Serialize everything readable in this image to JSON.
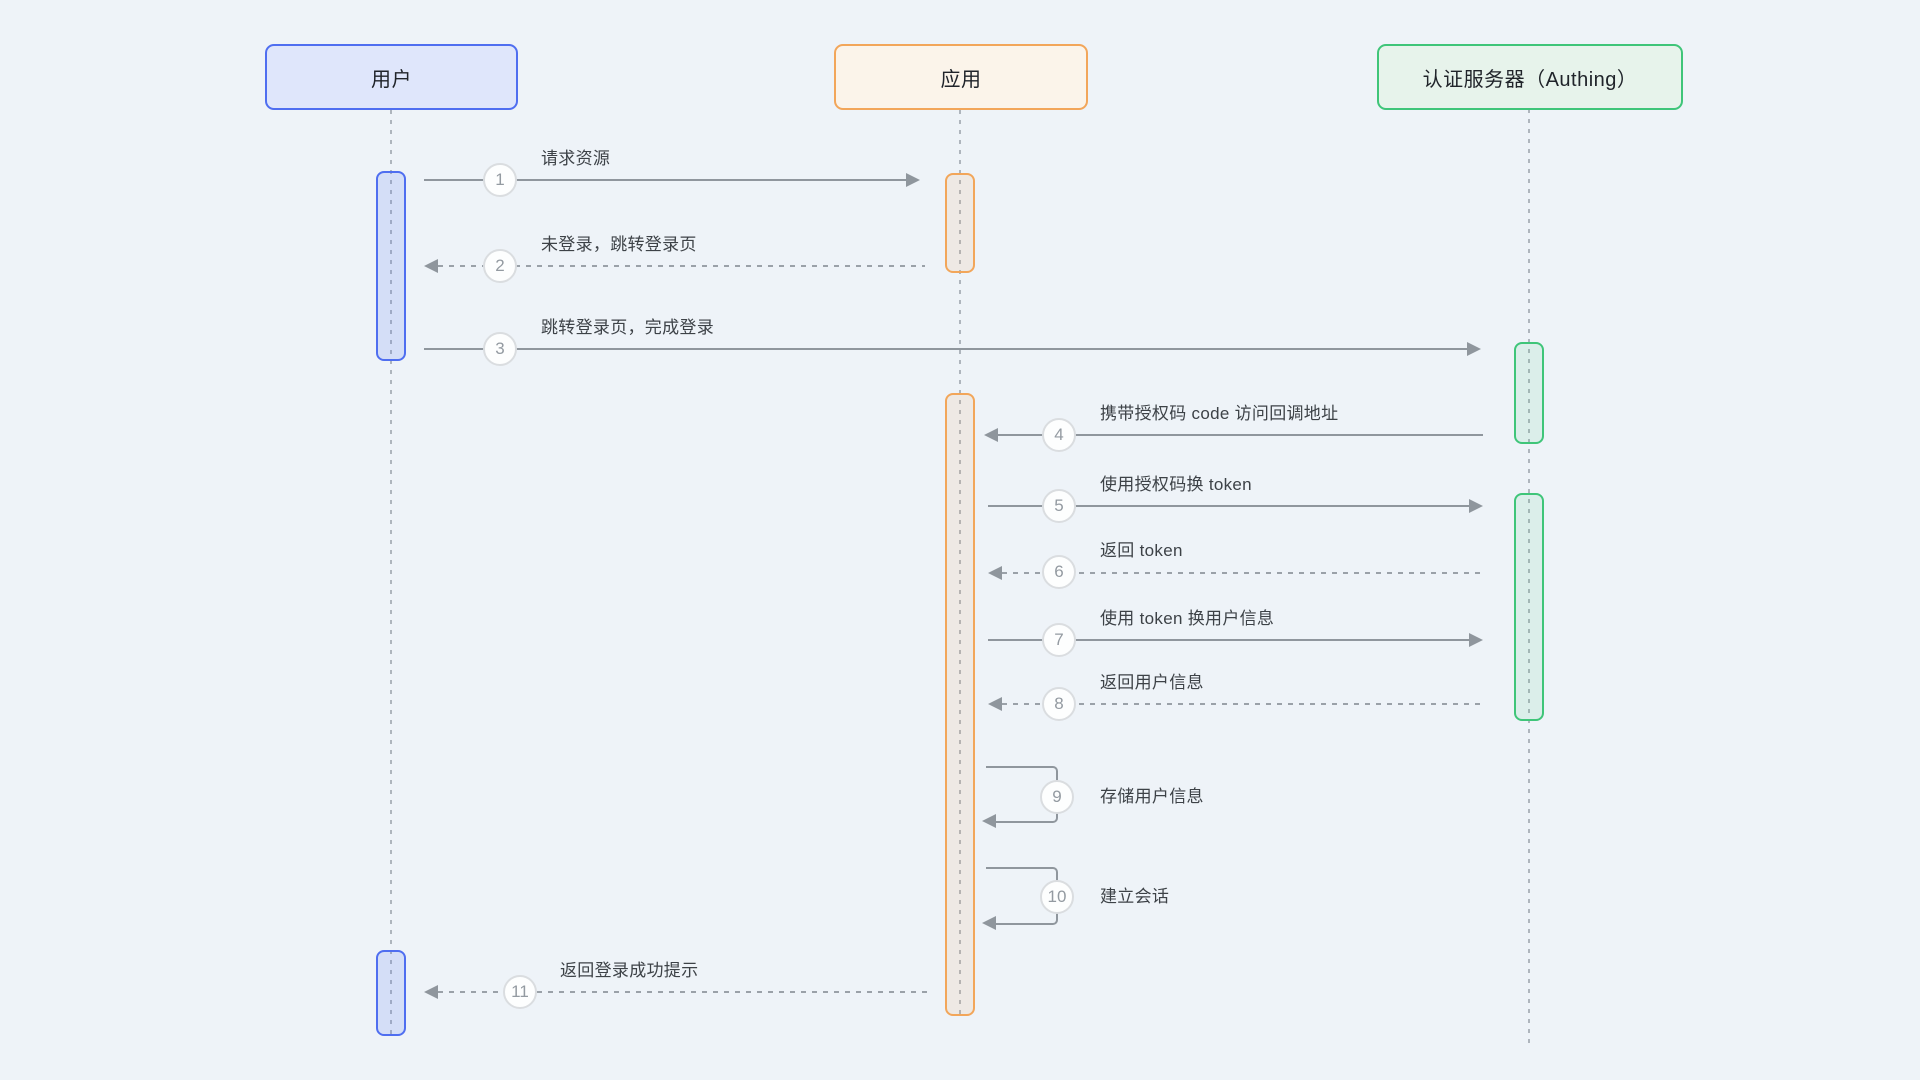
{
  "diagram": {
    "type": "sequence-diagram",
    "background_color": "#eef3f8",
    "participants": [
      {
        "id": "user",
        "label": "用户",
        "accent_color": "#4f6ef0",
        "fill_color": "#dfe6fb"
      },
      {
        "id": "app",
        "label": "应用",
        "accent_color": "#f2a65a",
        "fill_color": "#fbf4ea"
      },
      {
        "id": "auth",
        "label": "认证服务器（Authing）",
        "accent_color": "#3fc579",
        "fill_color": "#e7f3eb"
      }
    ],
    "messages": [
      {
        "num": "1",
        "label": "请求资源",
        "from": "用户",
        "to": "应用",
        "line_style": "solid"
      },
      {
        "num": "2",
        "label": "未登录，跳转登录页",
        "from": "应用",
        "to": "用户",
        "line_style": "dashed"
      },
      {
        "num": "3",
        "label": "跳转登录页，完成登录",
        "from": "用户",
        "to": "认证服务器",
        "line_style": "solid"
      },
      {
        "num": "4",
        "label": "携带授权码 code 访问回调地址",
        "from": "认证服务器",
        "to": "应用",
        "line_style": "solid"
      },
      {
        "num": "5",
        "label": "使用授权码换 token",
        "from": "应用",
        "to": "认证服务器",
        "line_style": "solid"
      },
      {
        "num": "6",
        "label": "返回 token",
        "from": "认证服务器",
        "to": "应用",
        "line_style": "dashed"
      },
      {
        "num": "7",
        "label": "使用 token 换用户信息",
        "from": "应用",
        "to": "认证服务器",
        "line_style": "solid"
      },
      {
        "num": "8",
        "label": "返回用户信息",
        "from": "认证服务器",
        "to": "应用",
        "line_style": "dashed"
      },
      {
        "num": "9",
        "label": "存储用户信息",
        "from": "应用",
        "to": "应用",
        "line_style": "self"
      },
      {
        "num": "10",
        "label": "建立会话",
        "from": "应用",
        "to": "应用",
        "line_style": "self"
      },
      {
        "num": "11",
        "label": "返回登录成功提示",
        "from": "应用",
        "to": "用户",
        "line_style": "dashed"
      }
    ]
  }
}
